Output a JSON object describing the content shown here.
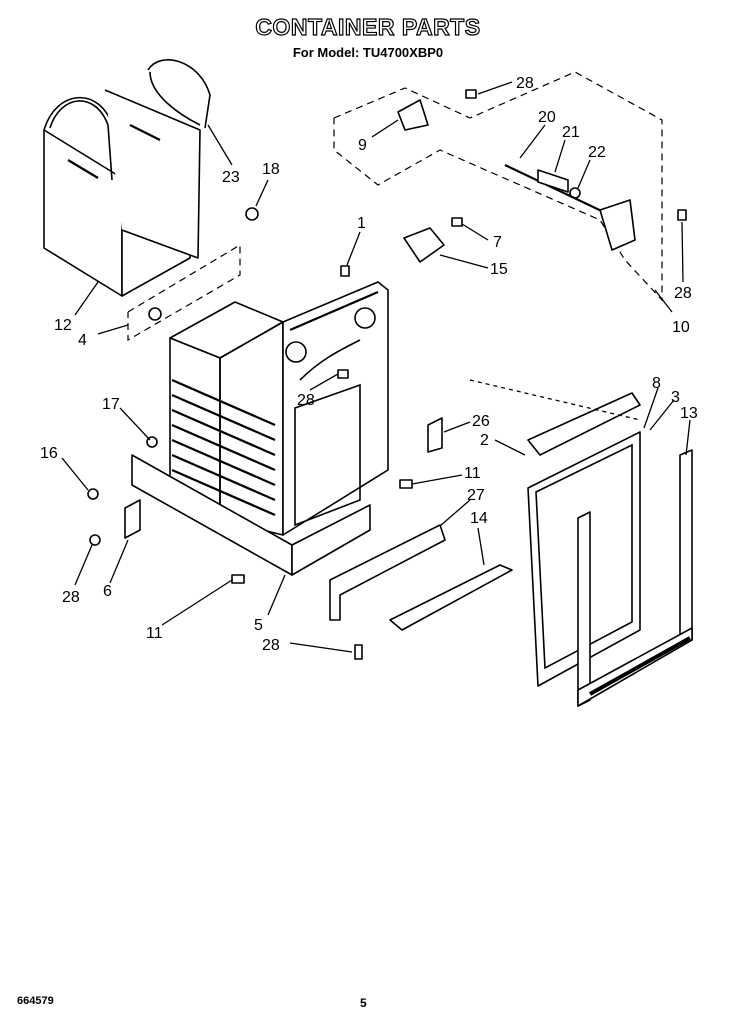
{
  "title": "CONTAINER PARTS",
  "subtitle": "For Model: TU4700XBP0",
  "footer": {
    "doc_number": "664579",
    "page_number": "5"
  },
  "callouts": [
    {
      "id": "c28a",
      "text": "28"
    },
    {
      "id": "c9",
      "text": "9"
    },
    {
      "id": "c20",
      "text": "20"
    },
    {
      "id": "c21",
      "text": "21"
    },
    {
      "id": "c22",
      "text": "22"
    },
    {
      "id": "c23",
      "text": "23"
    },
    {
      "id": "c18",
      "text": "18"
    },
    {
      "id": "c1",
      "text": "1"
    },
    {
      "id": "c7",
      "text": "7"
    },
    {
      "id": "c15",
      "text": "15"
    },
    {
      "id": "c28b",
      "text": "28"
    },
    {
      "id": "c10",
      "text": "10"
    },
    {
      "id": "c12",
      "text": "12"
    },
    {
      "id": "c4",
      "text": "4"
    },
    {
      "id": "c28c",
      "text": "28"
    },
    {
      "id": "c8",
      "text": "8"
    },
    {
      "id": "c3",
      "text": "3"
    },
    {
      "id": "c13",
      "text": "13"
    },
    {
      "id": "c17",
      "text": "17"
    },
    {
      "id": "c26",
      "text": "26"
    },
    {
      "id": "c2",
      "text": "2"
    },
    {
      "id": "c16",
      "text": "16"
    },
    {
      "id": "c11a",
      "text": "11"
    },
    {
      "id": "c27",
      "text": "27"
    },
    {
      "id": "c14",
      "text": "14"
    },
    {
      "id": "c28d",
      "text": "28"
    },
    {
      "id": "c6",
      "text": "6"
    },
    {
      "id": "c11b",
      "text": "11"
    },
    {
      "id": "c5",
      "text": "5"
    },
    {
      "id": "c28e",
      "text": "28"
    }
  ]
}
